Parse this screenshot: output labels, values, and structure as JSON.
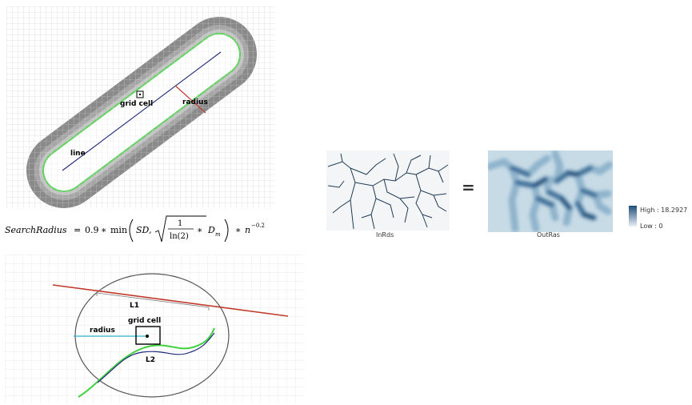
{
  "top_diagram": {
    "label_grid_cell": "grid cell",
    "label_radius": "radius",
    "label_line": "line"
  },
  "formula": {
    "lhs": "SearchRadius",
    "equals": "=",
    "coef": "0.9",
    "times": "∗",
    "min": "min",
    "sd": "SD,",
    "one": "1",
    "ln2": "ln(2)",
    "dm": "D",
    "dm_sub": "m",
    "n": "n",
    "exp": "−0.2"
  },
  "bottom_diagram": {
    "label_L1": "L1",
    "label_L2": "L2",
    "label_grid_cell": "grid cell",
    "label_radius": "radius"
  },
  "right_panel": {
    "input_caption": "InRds",
    "equals_sign": "=",
    "output_caption": "OutRas",
    "legend_high": "High : 18.2927",
    "legend_low": "Low : 0"
  }
}
